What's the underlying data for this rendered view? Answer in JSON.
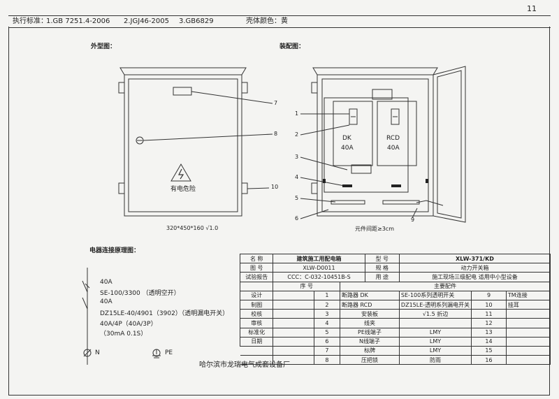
{
  "page_number": "11",
  "header": {
    "label": "执行标准：",
    "std1": "1.GB 7251.4-2006",
    "std2": "2.JGJ46-2005",
    "std3": "3.GB6829",
    "color_label": "壳体颜色：黄"
  },
  "exterior": {
    "title": "外型图：",
    "warning": "有电危险",
    "dims": "320*450*160  √1.0",
    "callouts": [
      "7",
      "8",
      "10"
    ]
  },
  "assembly": {
    "title": "装配图：",
    "left_breaker": {
      "name": "DK",
      "rating": "40A"
    },
    "right_breaker": {
      "name": "RCD",
      "rating": "40A"
    },
    "callouts": [
      "1",
      "2",
      "3",
      "4",
      "5",
      "6",
      "9"
    ],
    "spacing_note": "元件间距≥3cm"
  },
  "circuit": {
    "title": "电器连接原理图：",
    "lines": [
      "40A",
      "SE-100/3300  （透明空开）",
      "40A",
      "DZ15LE-40/4901（3902）（透明漏电开关）",
      "40A/4P（40A/3P）",
      "（30mA 0.1S）"
    ],
    "n_label": "N",
    "pe_label": "PE"
  },
  "table": {
    "r1": {
      "c1": "名  称",
      "c2": "建筑施工用配电箱",
      "c3": "型  号",
      "c4": "XLW-371/KD"
    },
    "r2": {
      "c1": "图  号",
      "c2": "XLW-D0011",
      "c3": "规  格",
      "c4": "动力开关箱"
    },
    "r3": {
      "c1": "试验报告",
      "c2": "CCC：C-032-10451B-S",
      "c3": "用  途",
      "c4": "施工现场三级配电 适用中小型设备"
    },
    "seq_header": "序  号",
    "parts_header": "主要配件",
    "side_labels": [
      "设计",
      "制图",
      "校核",
      "审核",
      "标准化",
      "日期"
    ],
    "rows": [
      {
        "no": "1",
        "part": "断路器 DK",
        "spec": "SE-100系列透明开关",
        "no2": "9",
        "part2": "TM连接"
      },
      {
        "no": "2",
        "part": "断路器 RCD",
        "spec": "DZ15LE-透明系列漏电开关",
        "no2": "10",
        "part2": "挂耳"
      },
      {
        "no": "3",
        "part": "安装板",
        "spec": "√1.5 折边",
        "no2": "11",
        "part2": ""
      },
      {
        "no": "4",
        "part": "线夹",
        "spec": "",
        "no2": "12",
        "part2": ""
      },
      {
        "no": "5",
        "part": "PE线端子",
        "spec": "LMY",
        "no2": "13",
        "part2": ""
      },
      {
        "no": "6",
        "part": "N线端子",
        "spec": "LMY",
        "no2": "14",
        "part2": ""
      },
      {
        "no": "7",
        "part": "标牌",
        "spec": "LMY",
        "no2": "15",
        "part2": ""
      },
      {
        "no": "8",
        "part": "压把锁",
        "spec": "防雨",
        "no2": "16",
        "part2": ""
      }
    ],
    "company": "哈尔滨市龙瑞电气成套设备厂"
  }
}
